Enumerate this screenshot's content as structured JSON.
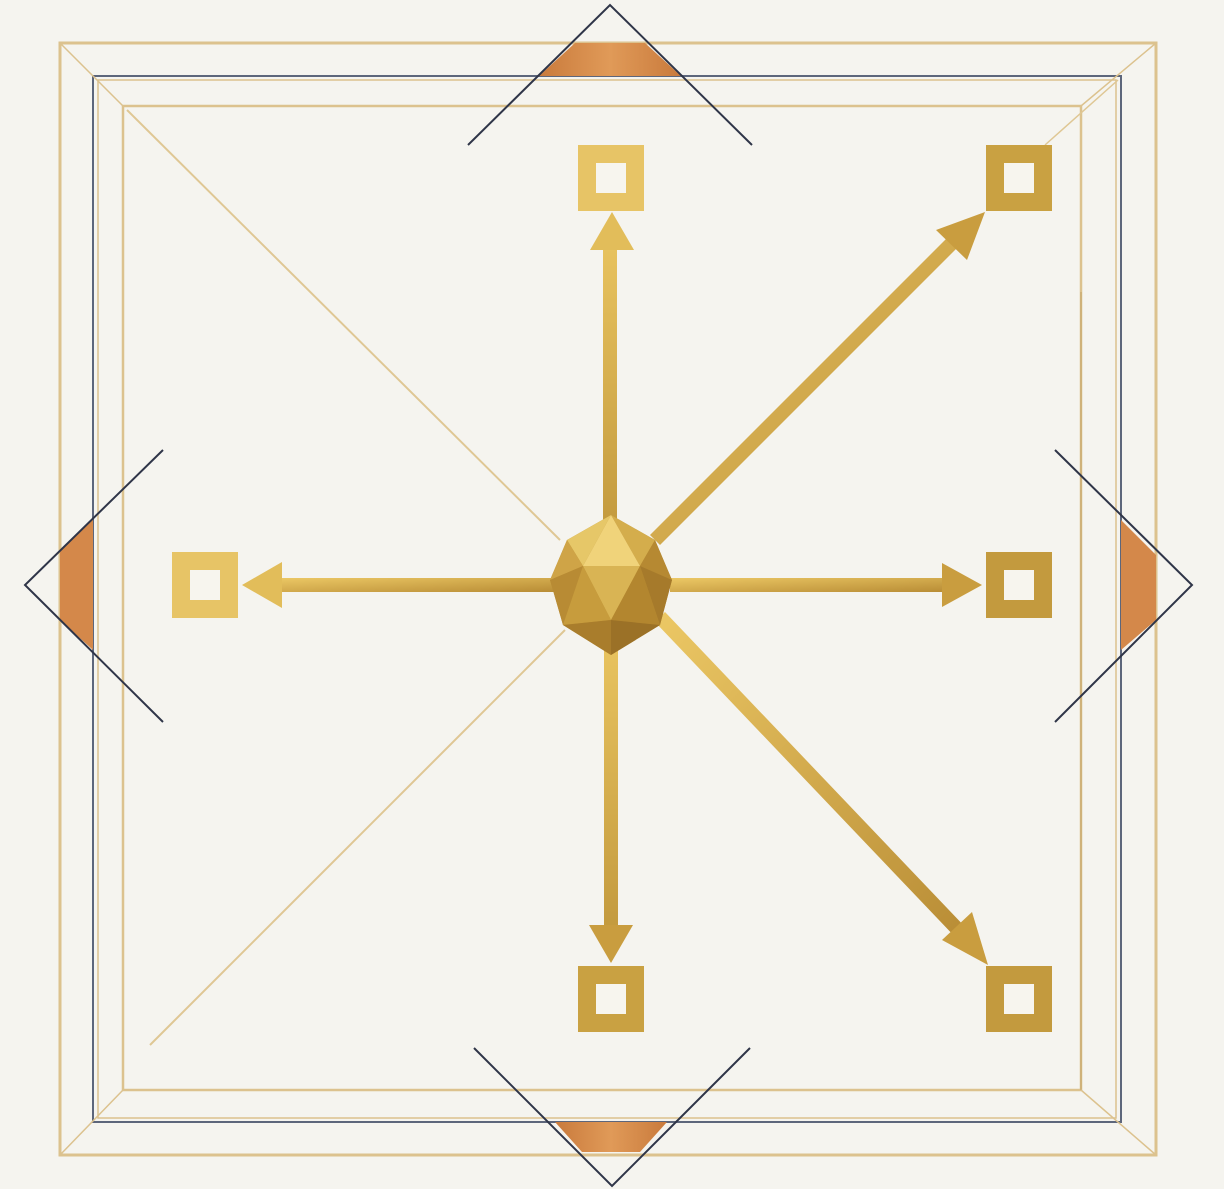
{
  "diagram": {
    "kind": "hub-and-spoke",
    "hub": {
      "shape": "faceted-polyhedron"
    },
    "spokes": [
      {
        "direction": "up",
        "target_shape": "hollow-square"
      },
      {
        "direction": "up-right",
        "target_shape": "hollow-square"
      },
      {
        "direction": "right",
        "target_shape": "hollow-square"
      },
      {
        "direction": "down-right",
        "target_shape": "hollow-square"
      },
      {
        "direction": "down",
        "target_shape": "hollow-square"
      },
      {
        "direction": "left",
        "target_shape": "hollow-square"
      }
    ],
    "corner_markers": [
      "top",
      "right",
      "bottom",
      "left"
    ]
  },
  "colors": {
    "background": "#f5f4ef",
    "gold_light": "#e6c15e",
    "gold": "#c9a142",
    "gold_dark": "#a77f2e",
    "copper": "#d4884a",
    "navy_line": "#2f3548",
    "frame_gold": "#d9bd86",
    "frame_navy": "#5a6378"
  }
}
